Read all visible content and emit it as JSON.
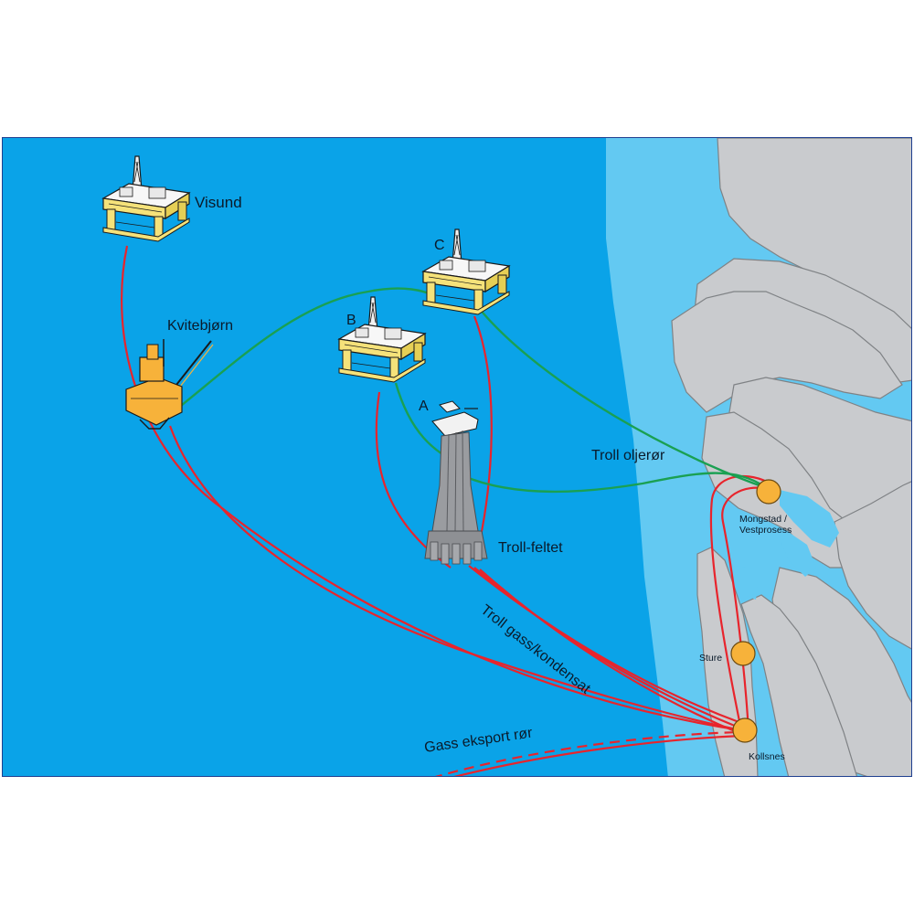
{
  "colors": {
    "sea": "#0aa3e8",
    "coastal_water": "#63c9f2",
    "land": "#c9cbce",
    "gas_pipeline": "#e8242c",
    "oil_pipeline": "#1aa052",
    "terminal": "#f7b23a",
    "platform": "#f5e27a"
  },
  "platforms": {
    "visund": "Visund",
    "c": "C",
    "b": "B",
    "a": "A",
    "kvitebjorn": "Kvitebjørn",
    "troll_field": "Troll-feltet"
  },
  "terminals": {
    "mongstad_line1": "Mongstad /",
    "mongstad_line2": "Vestprosess",
    "sture": "Sture",
    "kollsnes": "Kollsnes"
  },
  "pipelines": {
    "troll_oil": "Troll oljerør",
    "troll_gas": "Troll gass/kondensat",
    "gas_export": "Gass eksport rør"
  },
  "icons": [
    "semi-submersible-platform-icon",
    "jacket-platform-icon",
    "concrete-gbs-platform-icon",
    "terminal-marker-icon"
  ]
}
